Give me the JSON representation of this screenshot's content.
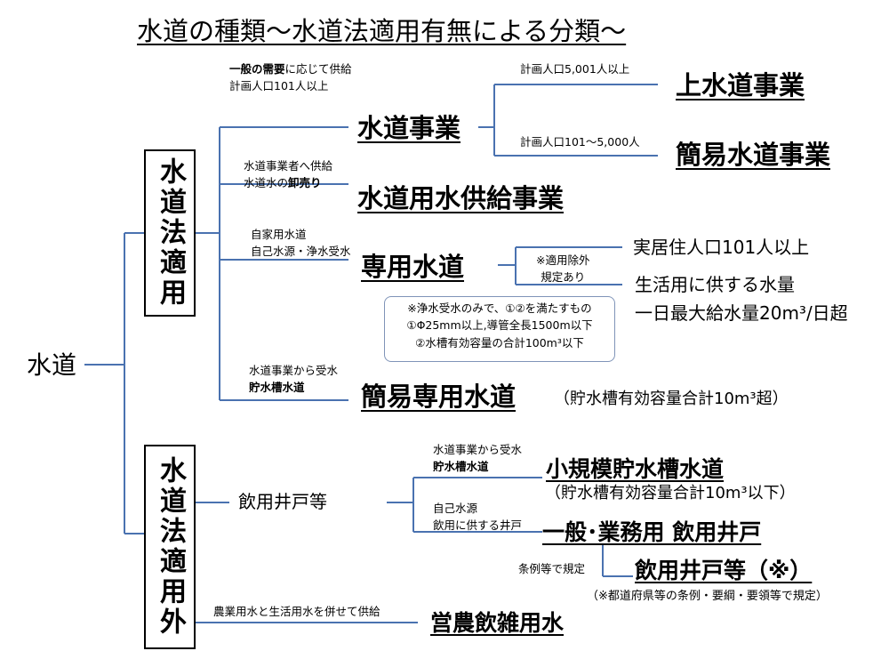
{
  "title": "水道の種類〜水道法適用有無による分類〜",
  "root": "水道",
  "categories": {
    "applied": "水道法適用",
    "not_applied": "水道法適用外"
  },
  "notes": {
    "waterworks_line1_bold": "一般の需要",
    "waterworks_line1_rest": "に応じて供給",
    "waterworks_line2": "計画人口101人以上",
    "upper_pop": "計画人口5,001人以上",
    "simple_pop": "計画人口101〜5,000人",
    "bulk_line1": "水道事業者へ供給",
    "bulk_line2_pre": "水道水の",
    "bulk_line2_bold": "卸売り",
    "private_line1": "自家用水道",
    "private_line2": "自己水源・浄水受水",
    "simple_private_line1": "水道事業から受水",
    "simple_private_line2": "貯水槽水道",
    "wells": "飲用井戸等",
    "small_tank_line1": "水道事業から受水",
    "small_tank_line2": "貯水槽水道",
    "own_source_line1": "自己水源",
    "own_source_line2": "飲用に供する井戸",
    "ordinance": "条例等で規定",
    "agri": "農業用水と生活用水を併せて供給"
  },
  "items": {
    "waterworks": "水道事業",
    "upper": "上水道事業",
    "simple_waterworks": "簡易水道事業",
    "bulk_supply": "水道用水供給事業",
    "private": "専用水道",
    "simple_private": "簡易専用水道",
    "simple_private_note": "（貯水槽有効容量合計10m³超）",
    "small_tank": "小規模貯水槽水道",
    "small_tank_note": "（貯水槽有効容量合計10m³以下）",
    "general_wells": "一般･業務用 飲用井戸",
    "drinking_wells": "飲用井戸等（※）",
    "drinking_wells_note": "（※都道府県等の条例・要綱・要領等で規定）",
    "agri_misc": "営農飲雑用水"
  },
  "private_criteria": {
    "exclusion_line1": "※適用除外",
    "exclusion_line2": "規定あり",
    "crit1": "実居住人口101人以上",
    "crit2_line1": "生活用に供する水量",
    "crit2_line2": "一日最大給水量20m³/日超",
    "callout_line1": "※浄水受水のみで、①②を満たすもの",
    "callout_line2": "①Φ25mm以上,導管全長1500m以下",
    "callout_line3": "②水槽有効容量の合計100m³以下"
  }
}
